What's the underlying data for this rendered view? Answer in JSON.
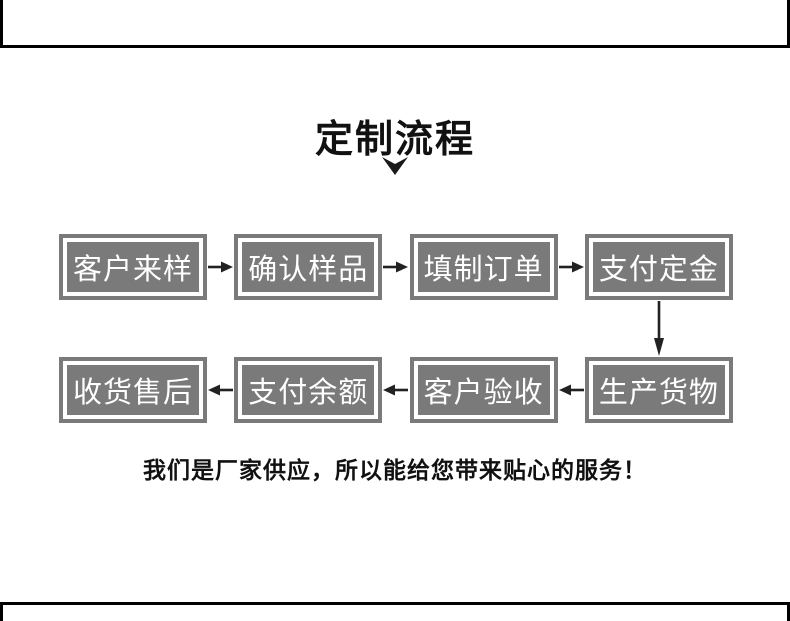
{
  "page": {
    "title": "定制流程",
    "caption": "我们是厂家供应，所以能给您带来贴心的服务！"
  },
  "flow": {
    "row1": [
      "客户来样",
      "确认样品",
      "填制订单",
      "支付定金"
    ],
    "row2": [
      "收货售后",
      "支付余额",
      "客户验收",
      "生产货物"
    ],
    "direction_row1": "left-to-right",
    "direction_row2": "right-to-left"
  },
  "icons": {
    "chevron_down": "chevron-down-icon",
    "arrow_right": "arrow-right-icon",
    "arrow_left": "arrow-left-icon",
    "arrow_down": "arrow-down-icon"
  },
  "colors": {
    "box_gray": "#7a7a7a",
    "box_text": "#ffffff",
    "arrow": "#222222",
    "frame_line": "#000000",
    "background": "#ffffff"
  }
}
